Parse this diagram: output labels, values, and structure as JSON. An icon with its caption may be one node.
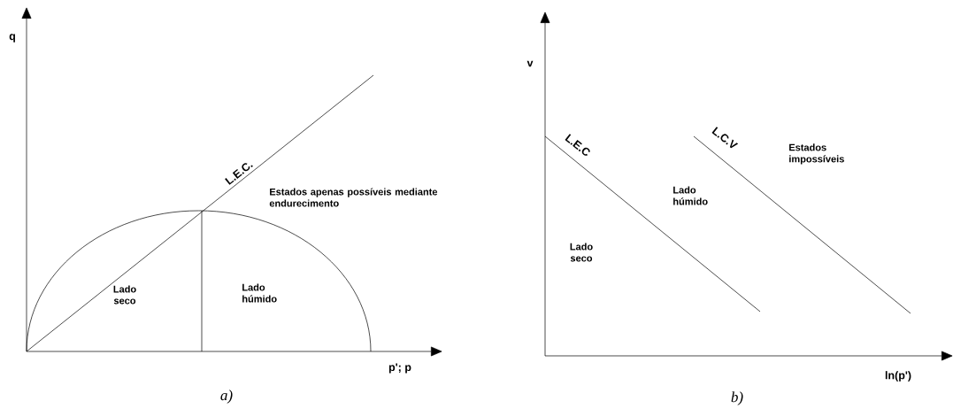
{
  "diagram": {
    "labels": [
      "q",
      "L.E.C.",
      "Estados apenas possíveis mediante endurecimento",
      "Lado seco",
      "Lado húmido",
      "p'; p",
      "a)",
      "v",
      "L.E.C",
      "L.C.V",
      "Estados impossíveis",
      "Lado húmido",
      "Lado seco",
      "ln(p')",
      "b)"
    ]
  }
}
